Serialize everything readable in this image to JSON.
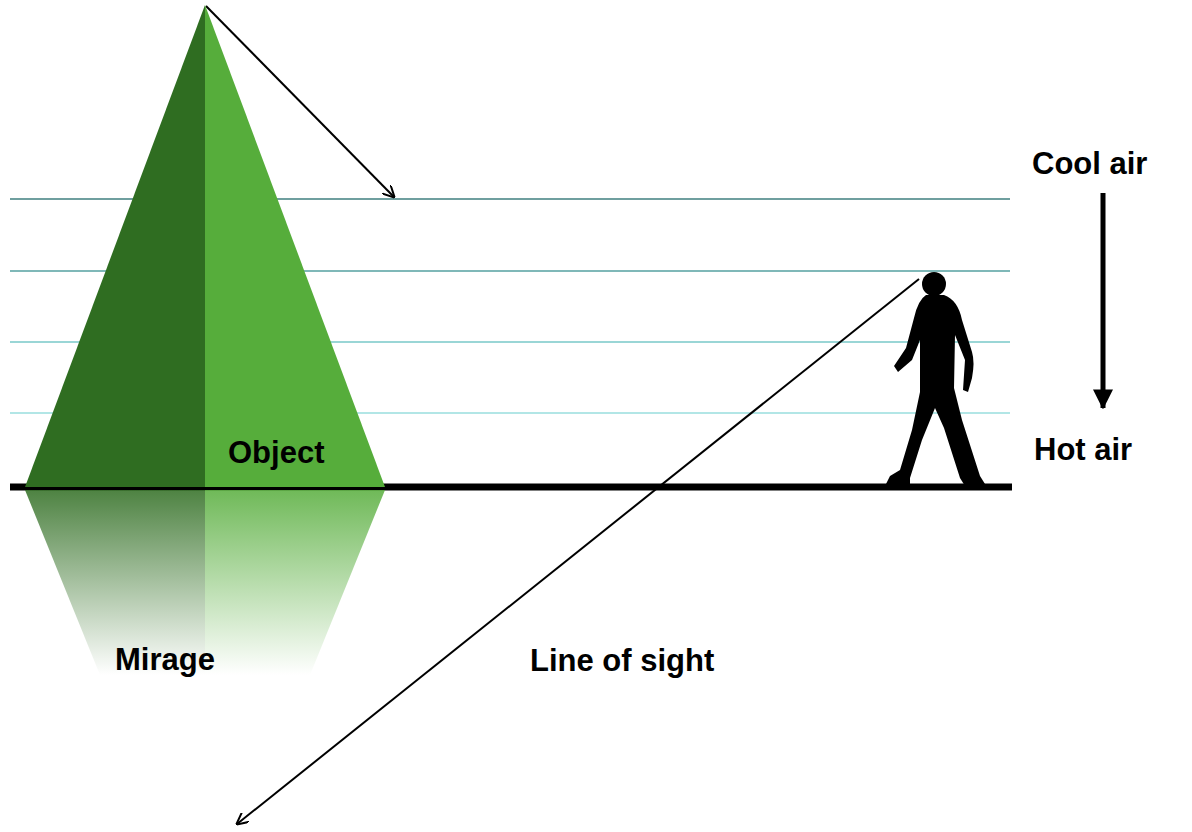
{
  "diagram": {
    "nodes": [
      {
        "text": [
          "Object"
        ]
      },
      {
        "text": [
          "Mirage"
        ]
      }
    ],
    "labels": [
      "Cool air",
      "Hot air",
      "Line of sight"
    ]
  }
}
